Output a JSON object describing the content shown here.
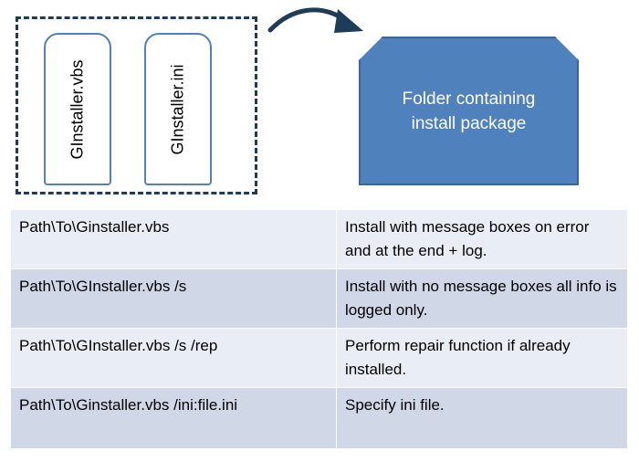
{
  "files": [
    {
      "label": "GInstaller.vbs"
    },
    {
      "label": "GInstaller.ini"
    }
  ],
  "folder": {
    "label": "Folder containing install package"
  },
  "commands": [
    {
      "command": "Path\\To\\Ginstaller.vbs",
      "description": "Install with message boxes on error and at the end + log."
    },
    {
      "command": "Path\\To\\GInstaller.vbs /s",
      "description": "Install with no message boxes all info is logged only."
    },
    {
      "command": "Path\\To\\GInstaller.vbs /s /rep",
      "description": "Perform repair function if already installed."
    },
    {
      "command": "Path\\To\\Ginstaller.vbs /ini:file.ini",
      "description": "Specify ini file."
    }
  ],
  "colors": {
    "accent": "#4f81bd",
    "dashed_border": "#1f3b5a",
    "arrow": "#1f3b5a",
    "row_light": "#e9edf5",
    "row_dark": "#d0d8e8"
  }
}
